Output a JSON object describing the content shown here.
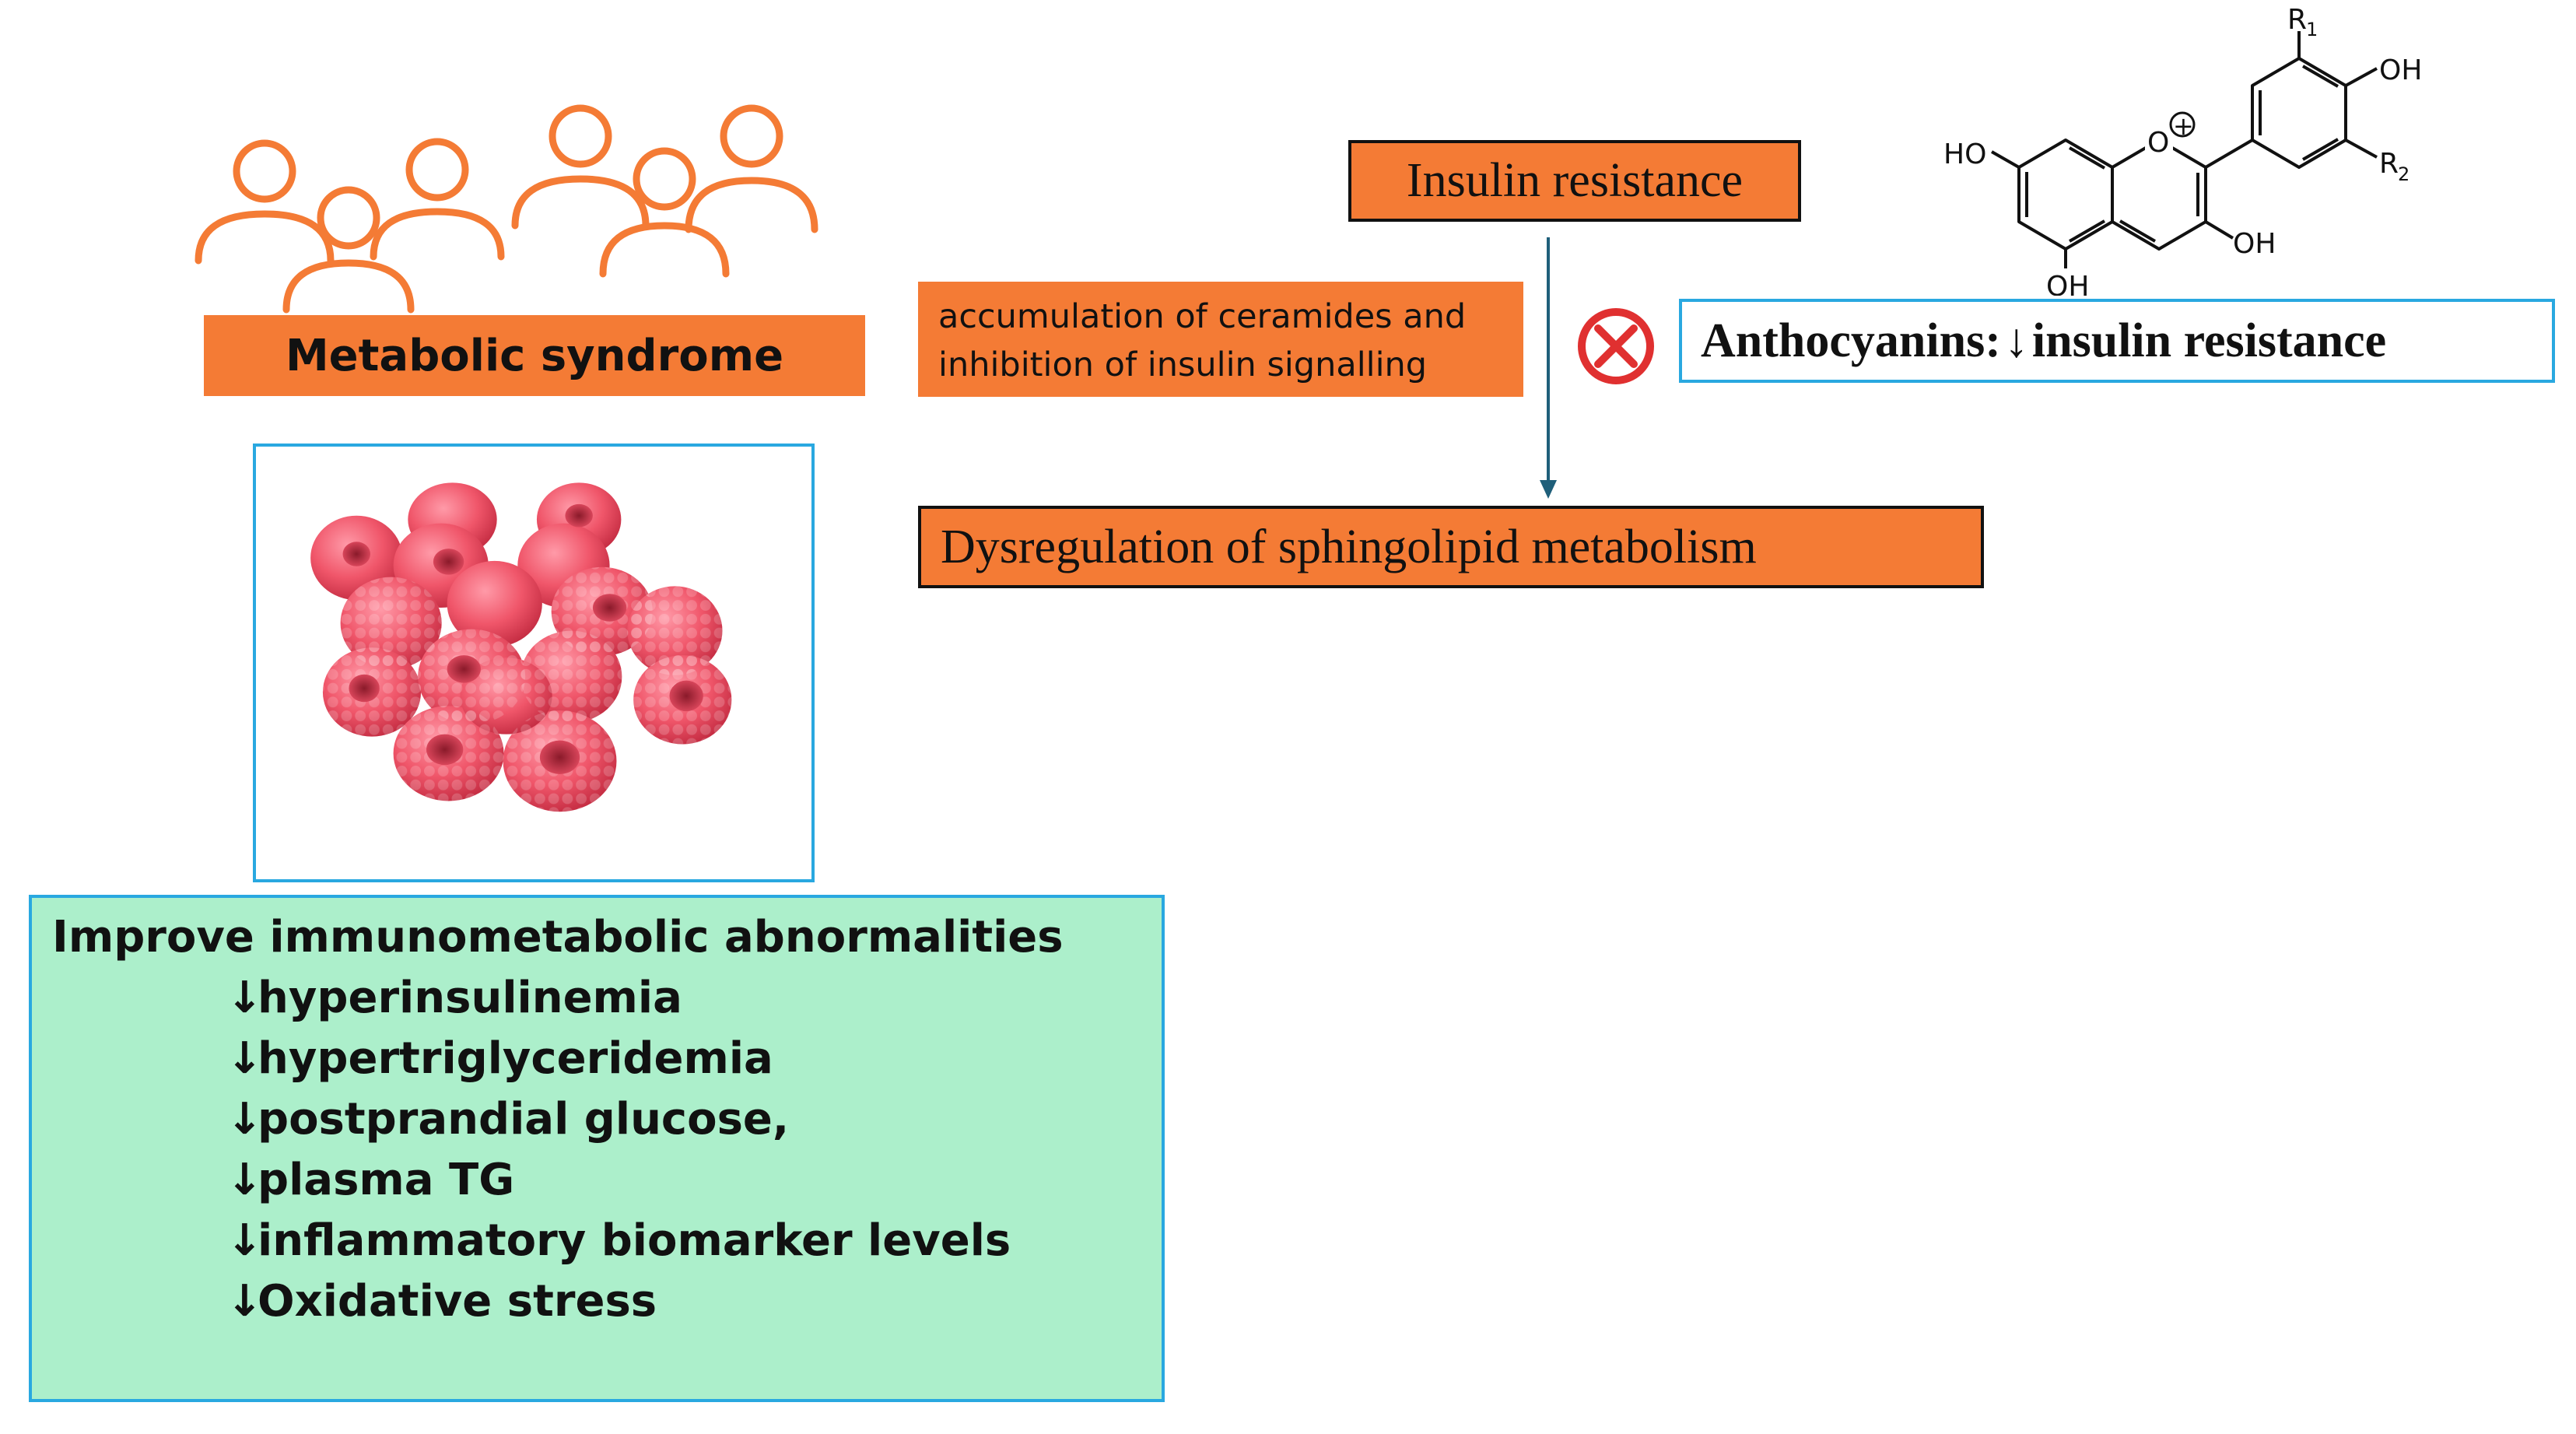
{
  "colors": {
    "orange": "#f47b35",
    "blue_border": "#29a8e0",
    "green_fill": "#acefcb",
    "arrow": "#1f5f7a",
    "block_red": "#e03030"
  },
  "icons": {
    "people": "people-group-icon",
    "block": "blocked-circle-x-icon",
    "fruit": "raspberry-image",
    "molecule": "anthocyanin-structure"
  },
  "metabolic_syndrome": "Metabolic syndrome",
  "accumulation_text": {
    "line1": "accumulation of ceramides and",
    "line2": "inhibition of insulin signalling"
  },
  "insulin_resistance": "Insulin resistance",
  "dysregulation": "Dysregulation of sphingolipid metabolism",
  "anthocyanins": {
    "prefix": "Anthocyanins:",
    "arrow": "↓",
    "text": "insulin resistance"
  },
  "molecule_labels": {
    "r1": "R",
    "r1_sub": "1",
    "r2": "R",
    "r2_sub": "2",
    "oh_top": "OH",
    "ho_left": "HO",
    "o_plus": "O",
    "plus": "+",
    "oh_mid": "OH",
    "oh_bottom": "OH"
  },
  "effects": {
    "title": "Improve immunometabolic abnormalities",
    "items": [
      {
        "arrow": "↓",
        "text": "hyperinsulinemia"
      },
      {
        "arrow": "↓",
        "text": "hypertriglyceridemia"
      },
      {
        "arrow": "↓",
        "text": "postprandial glucose,"
      },
      {
        "arrow": "↓",
        "text": "plasma TG"
      },
      {
        "arrow": "↓",
        "text": "inflammatory biomarker levels"
      },
      {
        "arrow": "↓",
        "text": "Oxidative stress"
      }
    ]
  }
}
